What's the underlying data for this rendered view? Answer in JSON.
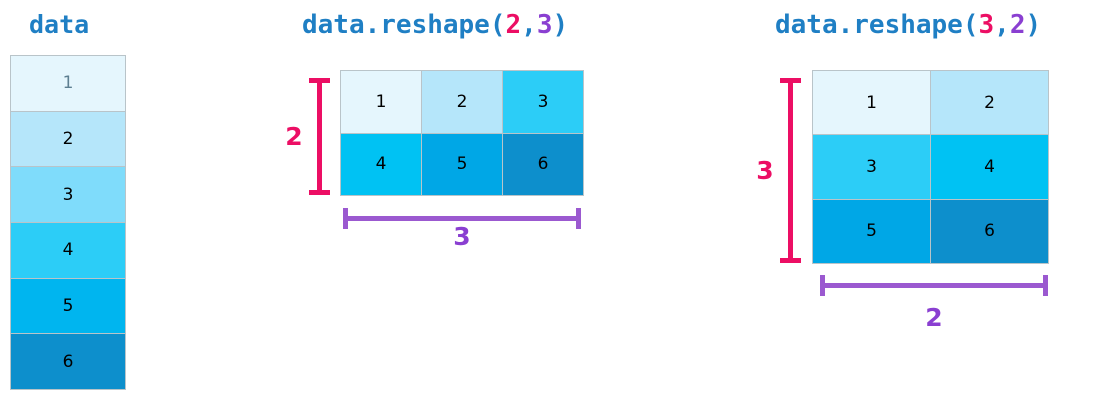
{
  "titles": {
    "data": "data",
    "reshape_2_3": {
      "prefix": "data.reshape(",
      "arg1": "2",
      "sep": ",",
      "arg2": "3",
      "suffix": ")"
    },
    "reshape_3_2": {
      "prefix": "data.reshape(",
      "arg1": "3",
      "sep": ",",
      "arg2": "2",
      "suffix": ")"
    }
  },
  "colors": {
    "title_blue": "#1f7fc4",
    "pink": "#ec0e64",
    "purple": "#8a3fd1",
    "purple_bracket": "#9b59d0",
    "cell_border": "#b9c4c9",
    "value_1": "#e5f6fd",
    "value_2": "#b5e6fa",
    "value_3": "#7fdcfb",
    "value_4": "#2ccdf7",
    "value_5": "#00b5ef",
    "value_6": "#0d8fcc"
  },
  "data_column": {
    "label": "data",
    "cells": [
      {
        "value": "1",
        "color": "#e5f6fd",
        "text_color": "#5d7f91"
      },
      {
        "value": "2",
        "color": "#b5e6fa",
        "text_color": "#000000"
      },
      {
        "value": "3",
        "color": "#7fdcfb",
        "text_color": "#000000"
      },
      {
        "value": "4",
        "color": "#2ccdf7",
        "text_color": "#000000"
      },
      {
        "value": "5",
        "color": "#00b5ef",
        "text_color": "#000000"
      },
      {
        "value": "6",
        "color": "#0d8fcc",
        "text_color": "#000000"
      }
    ]
  },
  "grid_2x3": {
    "rows": 2,
    "cols": 3,
    "row_dim_label": "2",
    "col_dim_label": "3",
    "cells": [
      {
        "value": "1",
        "color": "#e5f6fd"
      },
      {
        "value": "2",
        "color": "#b5e6fa"
      },
      {
        "value": "3",
        "color": "#2ccdf7"
      },
      {
        "value": "4",
        "color": "#00c2f3"
      },
      {
        "value": "5",
        "color": "#00a7e6"
      },
      {
        "value": "6",
        "color": "#0d8fcc"
      }
    ]
  },
  "grid_3x2": {
    "rows": 3,
    "cols": 2,
    "row_dim_label": "3",
    "col_dim_label": "2",
    "cells": [
      {
        "value": "1",
        "color": "#e5f6fd"
      },
      {
        "value": "2",
        "color": "#b5e6fa"
      },
      {
        "value": "3",
        "color": "#2ccdf7"
      },
      {
        "value": "4",
        "color": "#00c2f3"
      },
      {
        "value": "5",
        "color": "#00a7e6"
      },
      {
        "value": "6",
        "color": "#0d8fcc"
      }
    ]
  },
  "chart_data": {
    "type": "diagram",
    "title": "NumPy reshape illustration",
    "elements": [
      {
        "name": "data",
        "shape": [
          6
        ],
        "values": [
          1,
          2,
          3,
          4,
          5,
          6
        ]
      },
      {
        "name": "data.reshape(2,3)",
        "shape": [
          2,
          3
        ],
        "values": [
          [
            1,
            2,
            3
          ],
          [
            4,
            5,
            6
          ]
        ]
      },
      {
        "name": "data.reshape(3,2)",
        "shape": [
          3,
          2
        ],
        "values": [
          [
            1,
            2
          ],
          [
            3,
            4
          ],
          [
            5,
            6
          ]
        ]
      }
    ]
  }
}
